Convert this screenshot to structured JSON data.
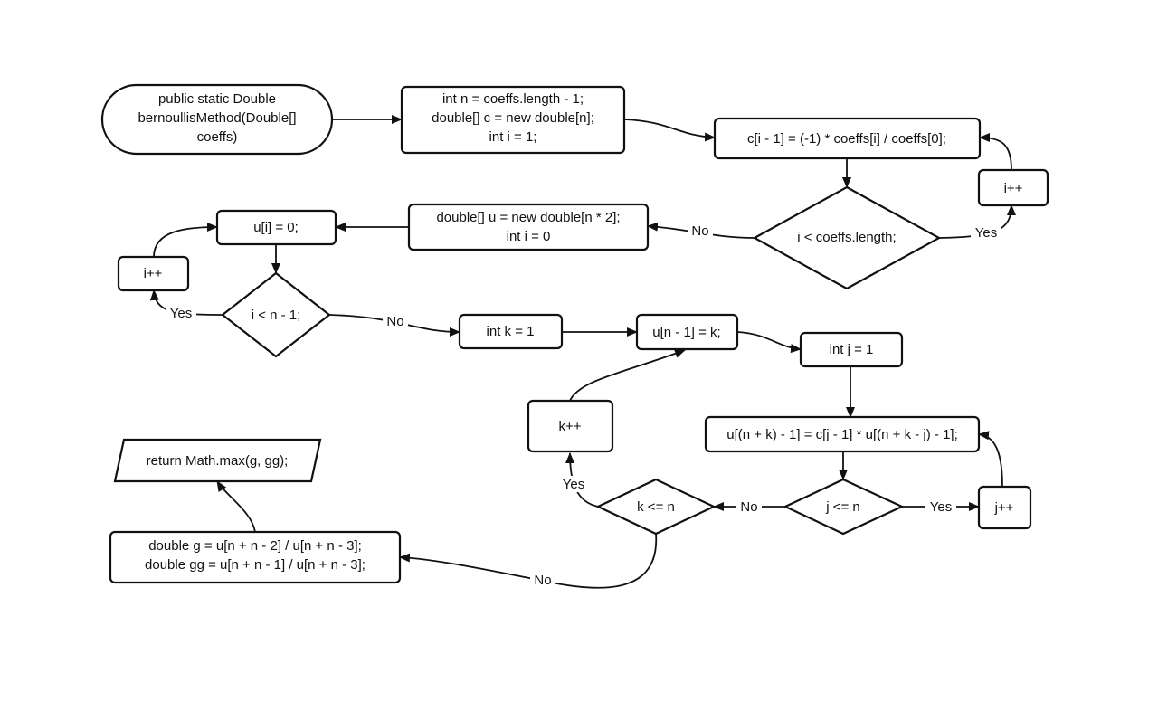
{
  "nodes": {
    "start": {
      "lines": [
        "public static Double",
        "bernoullisMethod(Double[]",
        "coeffs)"
      ]
    },
    "init_vars": {
      "lines": [
        "int n = coeffs.length - 1;",
        "double[] c = new double[n];",
        "int i = 1;"
      ]
    },
    "compute_c": {
      "lines": [
        "c[i - 1] = (-1) * coeffs[i] / coeffs[0];"
      ]
    },
    "inc_i_top": {
      "lines": [
        "i++"
      ]
    },
    "cond_i_coeffs": {
      "lines": [
        "i < coeffs.length;"
      ]
    },
    "init_u": {
      "lines": [
        "double[] u = new double[n * 2];",
        "int i = 0"
      ]
    },
    "set_u_zero": {
      "lines": [
        "u[i] = 0;"
      ]
    },
    "inc_i_left": {
      "lines": [
        "i++"
      ]
    },
    "cond_i_n": {
      "lines": [
        "i < n - 1;"
      ]
    },
    "init_k": {
      "lines": [
        "int k = 1"
      ]
    },
    "set_u_k": {
      "lines": [
        "u[n - 1] = k;"
      ]
    },
    "init_j": {
      "lines": [
        "int j = 1"
      ]
    },
    "compute_u": {
      "lines": [
        "u[(n + k) - 1] = c[j - 1] * u[(n + k - j) - 1];"
      ]
    },
    "cond_j_n": {
      "lines": [
        "j <= n"
      ]
    },
    "inc_j": {
      "lines": [
        "j++"
      ]
    },
    "cond_k_n": {
      "lines": [
        "k <= n"
      ]
    },
    "inc_k": {
      "lines": [
        "k++"
      ]
    },
    "compute_g": {
      "lines": [
        "double g = u[n + n - 2] / u[n + n - 3];",
        "double gg = u[n + n - 1] / u[n + n - 3];"
      ]
    },
    "return_max": {
      "lines": [
        "return Math.max(g, gg);"
      ]
    }
  },
  "edge_labels": {
    "cond_i_coeffs_yes": "Yes",
    "cond_i_coeffs_no": "No",
    "cond_i_n_yes": "Yes",
    "cond_i_n_no": "No",
    "cond_j_n_yes": "Yes",
    "cond_j_n_no": "No",
    "cond_k_n_yes": "Yes",
    "cond_k_n_no": "No"
  }
}
